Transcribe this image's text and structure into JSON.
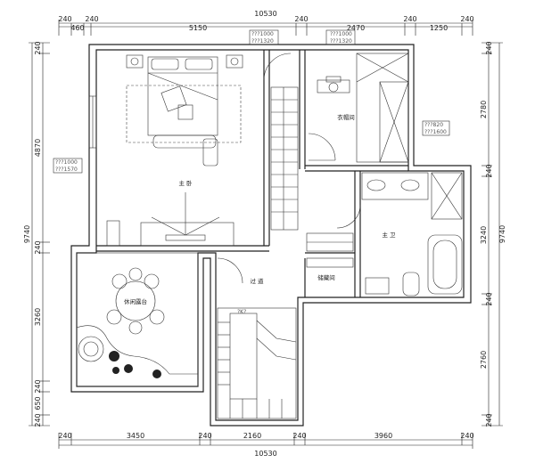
{
  "dimensions": {
    "top_total": "10530",
    "top_segments": [
      "240",
      "460",
      "240",
      "5150",
      "240",
      "2470",
      "240",
      "1250",
      "240"
    ],
    "bottom_total": "10530",
    "bottom_segments": [
      "240",
      "3450",
      "240",
      "2160",
      "240",
      "3960",
      "240"
    ],
    "left_total": "9740",
    "left_segments": [
      "240",
      "4870",
      "240",
      "3260",
      "240",
      "650",
      "240"
    ],
    "right_total": "9740",
    "right_segments": [
      "240",
      "2780",
      "240",
      "3240",
      "240",
      "2760",
      "240"
    ]
  },
  "rooms": {
    "master_bedroom": "主 卧",
    "cloakroom": "衣帽间",
    "master_bath": "主 卫",
    "storage": "储藏间",
    "corridor": "过 道",
    "terrace": "休闲露台"
  },
  "window_notes": {
    "top_left": [
      "???1000",
      "???1320"
    ],
    "top_right": [
      "???1000",
      "???1320"
    ],
    "left": [
      "???1000",
      "???1570"
    ],
    "right": [
      "???820",
      "???1600"
    ]
  },
  "stair_note": "?K?"
}
